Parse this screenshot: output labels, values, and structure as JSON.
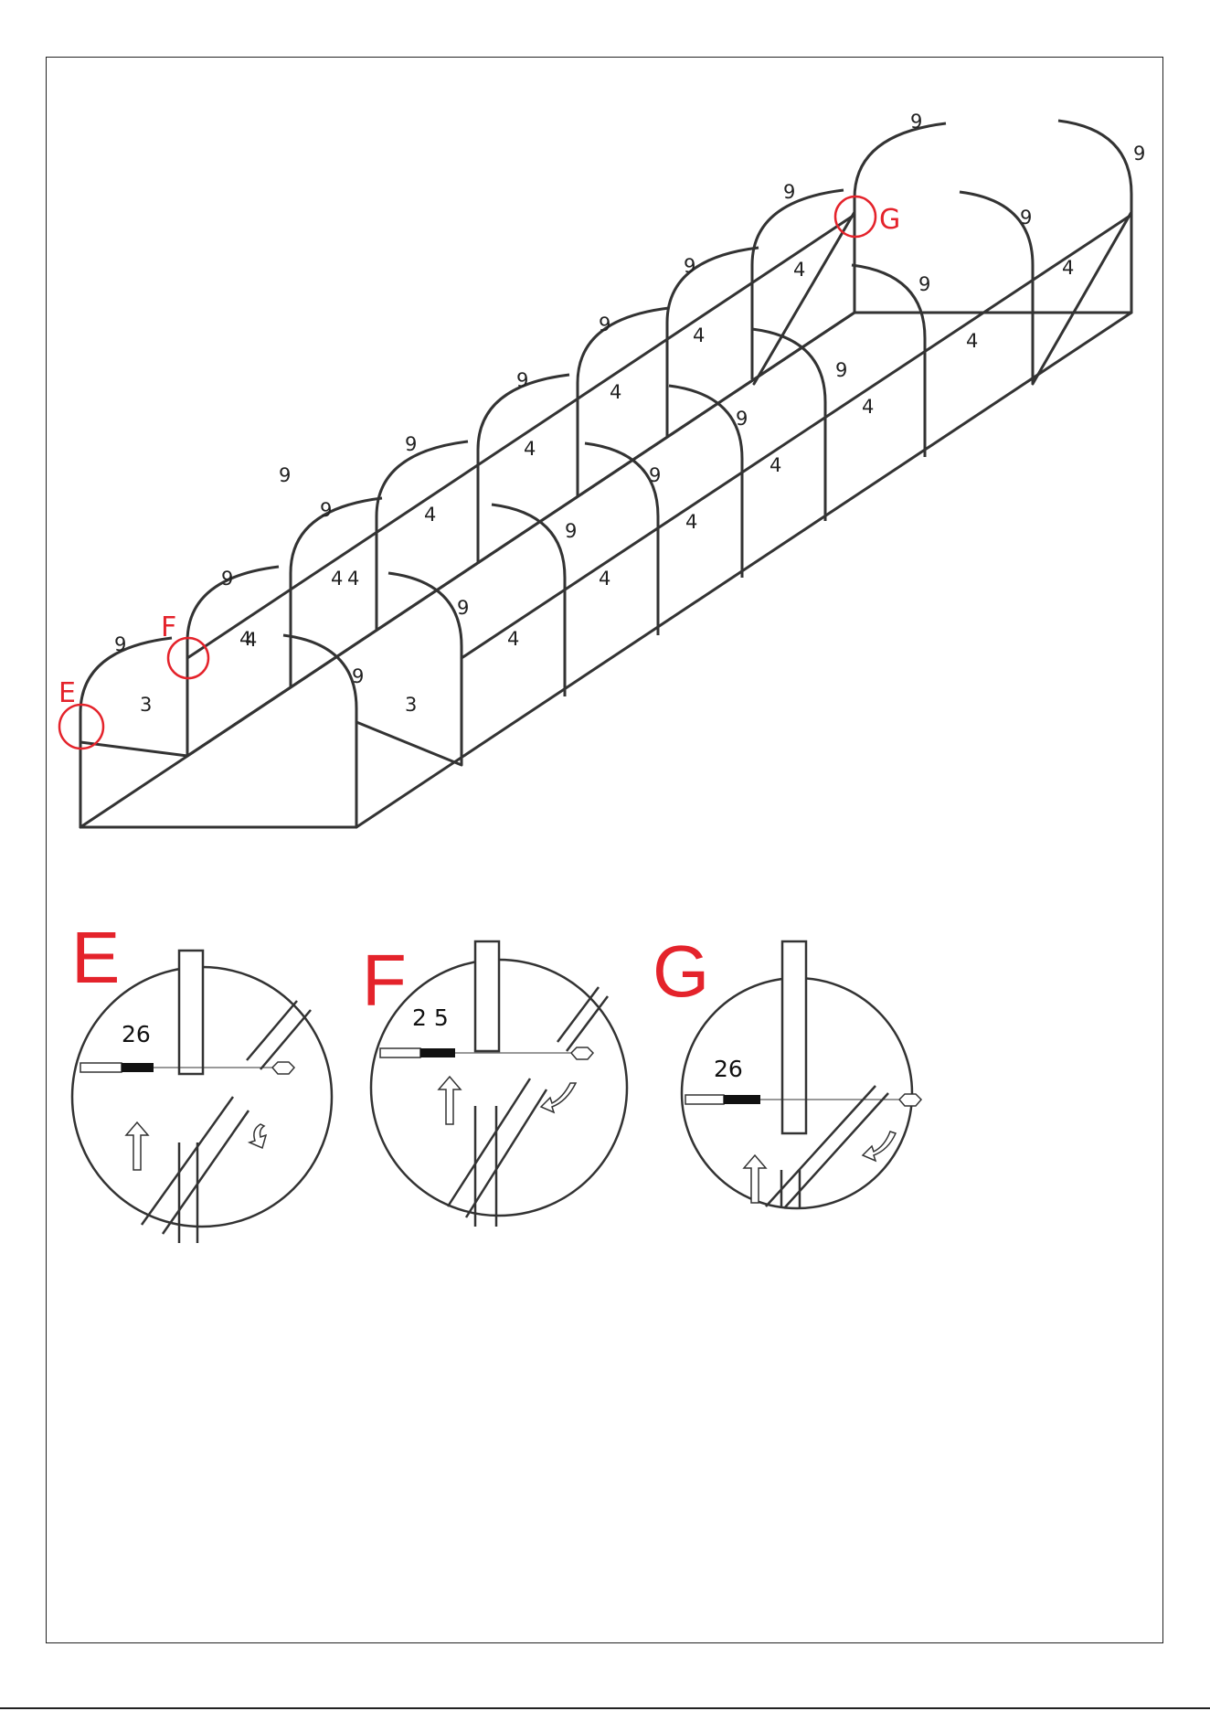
{
  "colors": {
    "line": "#333333",
    "callout": "#e4232b"
  },
  "main_diagram": {
    "callouts": [
      "E",
      "F",
      "G"
    ],
    "arch_labels": [
      "9",
      "9",
      "9",
      "9",
      "9",
      "9",
      "9",
      "9",
      "9",
      "9",
      "9",
      "9",
      "9",
      "9",
      "9",
      "9",
      "9",
      "9",
      "9"
    ],
    "tube_labels": [
      "3",
      "3",
      "4",
      "4",
      "4",
      "4",
      "4",
      "4",
      "4",
      "4",
      "4",
      "4",
      "4",
      "4",
      "4",
      "4",
      "4",
      "4"
    ]
  },
  "details": [
    {
      "letter": "E",
      "part_number": "26"
    },
    {
      "letter": "F",
      "part_number": "2 5"
    },
    {
      "letter": "G",
      "part_number": "26"
    }
  ],
  "icons": [
    "up-arrow-icon",
    "rotate-arrow-icon",
    "hex-nut-icon",
    "bolt-icon"
  ]
}
